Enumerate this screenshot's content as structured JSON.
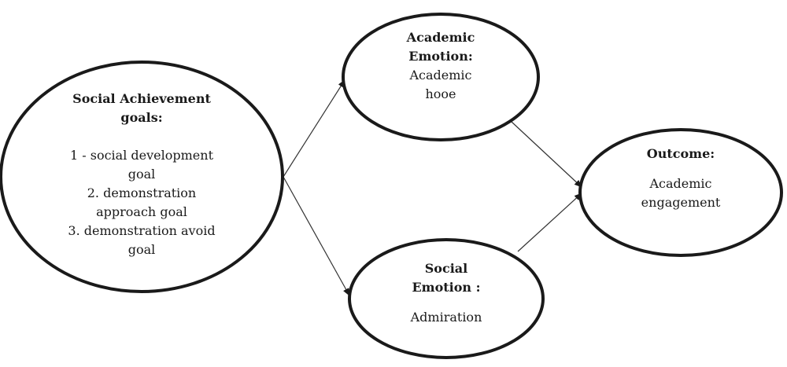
{
  "nodes": {
    "social_achievement": {
      "title_line1": "Social Achievement",
      "title_line2": "goals:",
      "items": [
        "1 - social development",
        "goal",
        "2. demonstration",
        "approach goal",
        "3. demonstration avoid",
        "goal"
      ]
    },
    "academic_emotion": {
      "title_line1": "Academic",
      "title_line2": "Emotion:",
      "body_line1": "Academic",
      "body_line2": "hooe"
    },
    "social_emotion": {
      "title_line1": "Social",
      "title_line2": "Emotion :",
      "body_line1": "Admiration"
    },
    "outcome": {
      "title": "Outcome:",
      "body_line1": "Academic",
      "body_line2": "engagement"
    }
  },
  "edges": [
    {
      "from": "social_achievement",
      "to": "academic_emotion"
    },
    {
      "from": "social_achievement",
      "to": "social_emotion"
    },
    {
      "from": "academic_emotion",
      "to": "outcome"
    },
    {
      "from": "social_emotion",
      "to": "outcome"
    }
  ],
  "colors": {
    "stroke": "#1a1a1a",
    "background": "#ffffff"
  }
}
